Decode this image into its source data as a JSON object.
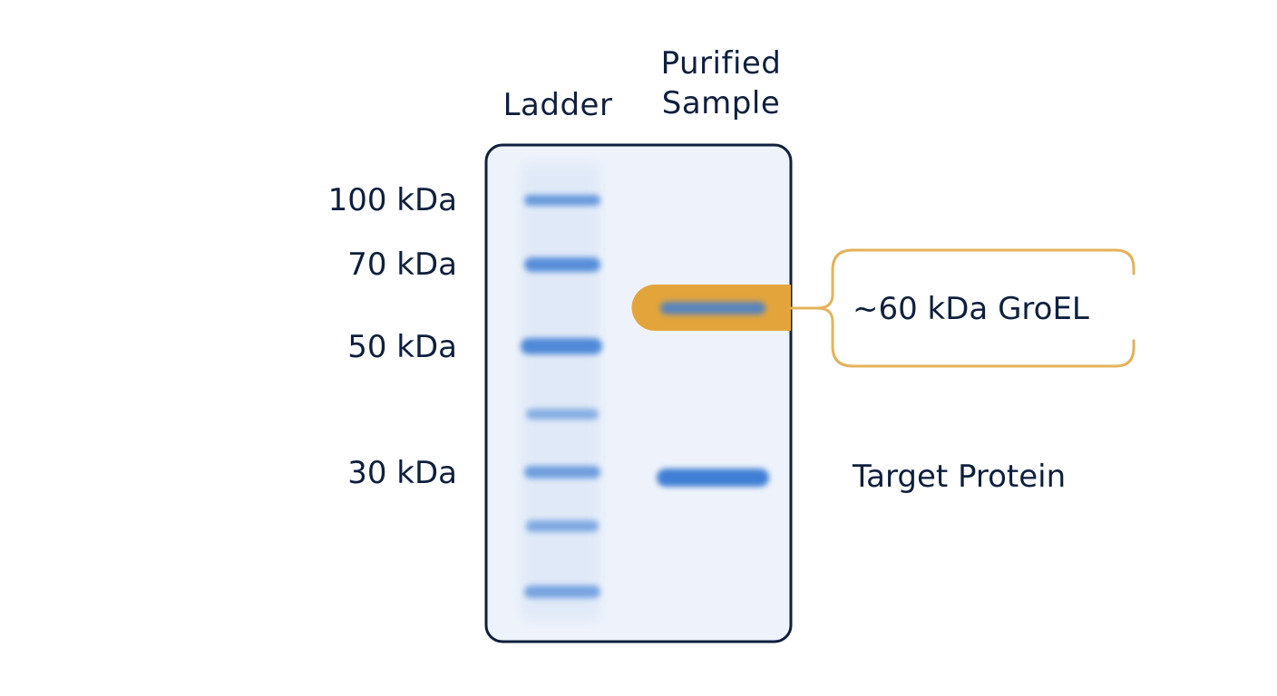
{
  "lanes": {
    "ladder": "Ladder",
    "sample_line1": "Purified",
    "sample_line2": "Sample"
  },
  "markers": [
    {
      "label": "100 kDa",
      "kda": 100
    },
    {
      "label": "70 kDa",
      "kda": 70
    },
    {
      "label": "50 kDa",
      "kda": 50
    },
    {
      "label": "30 kDa",
      "kda": 30
    }
  ],
  "annotations": {
    "groel": "~60 kDa GroEL",
    "target": "Target Protein"
  },
  "colors": {
    "band": "#3f7fd4",
    "gel_fill": "#eef3fb",
    "gel_border": "#0f1f3d",
    "highlight": "#e3a53b",
    "callout_border": "#e3b35a"
  }
}
